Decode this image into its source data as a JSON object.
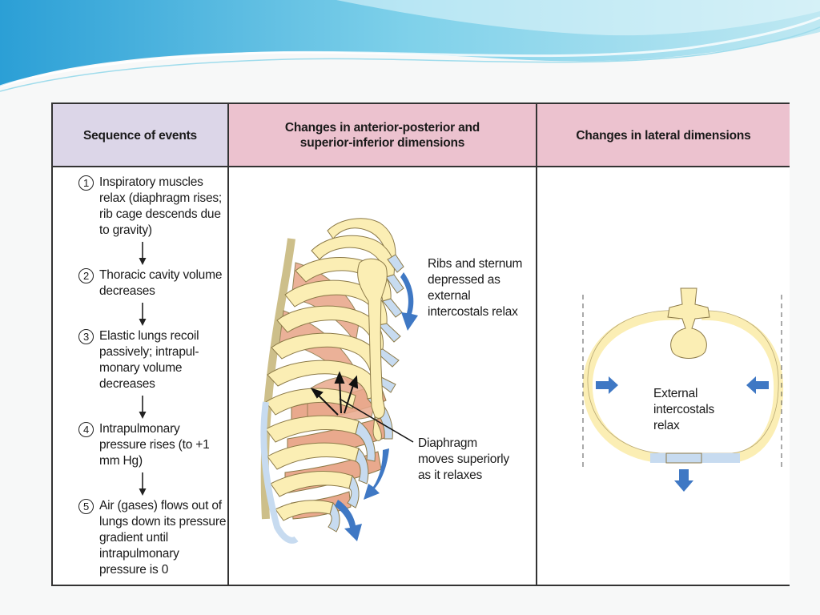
{
  "headers": {
    "sequence": "Sequence of events",
    "ap_si": "Changes in anterior-posterior and superior-inferior dimensions",
    "lateral": "Changes in lateral dimensions"
  },
  "steps": [
    {
      "num": "1",
      "text": "Inspiratory muscles relax (diaphragm rises; rib cage descends due to gravity)"
    },
    {
      "num": "2",
      "text": "Thoracic cavity volume decreases"
    },
    {
      "num": "3",
      "text": "Elastic lungs recoil passively; intrapul-monary volume decreases"
    },
    {
      "num": "4",
      "text": "Intrapulmonary pressure rises (to +1 mm Hg)"
    },
    {
      "num": "5",
      "text": "Air (gases) flows out of lungs down its pressure gradient until intrapulmonary pressure is 0"
    }
  ],
  "labels": {
    "ribs": "Ribs and sternum depressed as external intercostals relax",
    "diaphragm": "Diaphragm moves superiorly as it relaxes",
    "intercostals": "External intercostals relax"
  },
  "colors": {
    "bone": "#fbeeb4",
    "cartilage": "#c7dbf0",
    "muscle": "#e9a98d",
    "arrow": "#3f78c4",
    "header_purple": "#dcd6e8",
    "header_pink": "#ecc2cf"
  }
}
